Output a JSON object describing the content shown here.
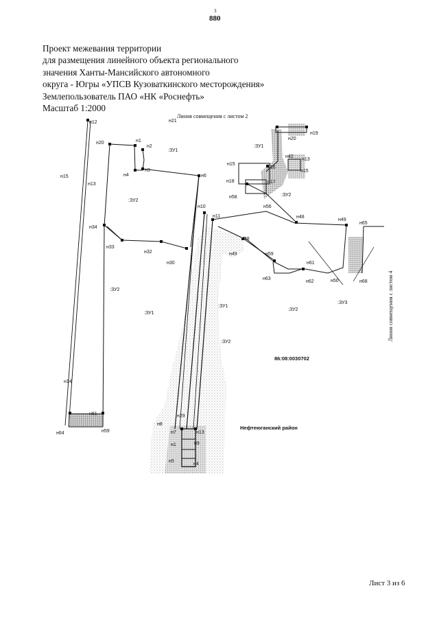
{
  "page": {
    "number_small": "3",
    "number": "880",
    "sheet": "Лист 3 из 6"
  },
  "header": {
    "lines": [
      "Проект межевания территории",
      "для размещения линейного объекта регионального",
      "значения Ханты-Мансийского автономного",
      "округа - Югры «УПСВ Кузоваткинского месторождения»",
      "Землепользователь ПАО «НК «Роснефть»",
      "Масштаб 1:2000"
    ]
  },
  "map": {
    "match_line_top": "Линия совмещения с листом 2",
    "match_line_right": "Линия совмещения с листом 4",
    "cadastral_block": "86:08:0030702",
    "district": "Нефтеюганский район",
    "plot_labels": {
      "zu1_a": ":ЗУ1",
      "zu1_b": ":ЗУ1",
      "zu1_c": ":ЗУ1",
      "zu1_d": ":ЗУ1",
      "zu2_a": ":ЗУ2",
      "zu2_b": ":ЗУ2",
      "zu2_c": ":ЗУ2",
      "zu2_d": ":ЗУ2",
      "zu2_e": ":ЗУ2",
      "zu3": ":ЗУ3"
    },
    "points": {
      "n12": "н12",
      "n20": "н20",
      "n1": "н1",
      "n2": "н2",
      "n4": "н4",
      "n3": "н3",
      "n6": "н6",
      "n15": "н15",
      "n13": "н13",
      "n34": "н34",
      "n33": "н33",
      "n32": "н32",
      "n30": "н30",
      "n10": "н10",
      "n11": "н11",
      "n48": "н48",
      "n49": "н49",
      "n59": "н59",
      "n61": "н61",
      "n63": "н63",
      "n62": "н62",
      "n50": "н50",
      "n14": "н14",
      "n61b": "н61",
      "n64": "н64",
      "n59b": "н59",
      "n29": "н29",
      "n8": "н8",
      "n7": "н7",
      "n13b": "н13",
      "n1b": "н1",
      "n9": "н9",
      "n5": "н5",
      "n4b": "н4",
      "n20r": "н20",
      "n19": "н19",
      "n42": "н42",
      "n13r": "н13",
      "n15r": "н15",
      "n15l": "н15",
      "n18": "н18",
      "n16": "н16",
      "n17": "н17",
      "n58": "н58",
      "n56": "н56",
      "n48r": "н48",
      "n49r": "н49",
      "n65": "н65",
      "n68": "н68",
      "n21": "н21"
    }
  }
}
